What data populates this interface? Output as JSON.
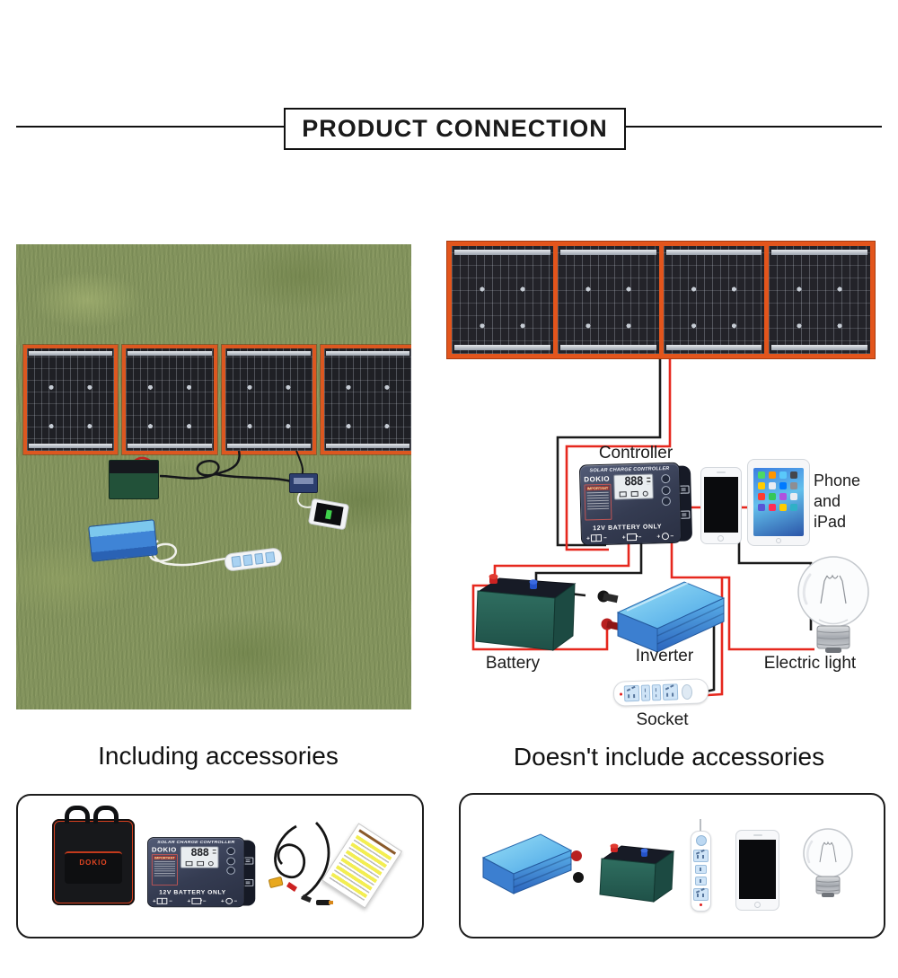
{
  "title": "PRODUCT CONNECTION",
  "diagram": {
    "labels": {
      "controller": "Controller",
      "phone_line1": "Phone",
      "phone_line2": "and",
      "phone_line3": "iPad",
      "battery": "Battery",
      "inverter": "Inverter",
      "electric_light": "Electric light",
      "socket": "Socket"
    },
    "controller_device": {
      "header": "SOLAR CHARGE CONTROLLER",
      "brand": "DOKIO",
      "warning_label": "IMPORTANT",
      "display_value": "888",
      "mode_text": "12V BATTERY ONLY",
      "plus": "+",
      "minus": "−"
    }
  },
  "sections": {
    "including": {
      "heading": "Including accessories",
      "bag_brand": "DOKIO",
      "items": [
        "folded-solar-panel-bag",
        "solar-charge-controller",
        "connection-cables",
        "instruction-manual"
      ]
    },
    "not_including": {
      "heading": "Doesn't include accessories",
      "items": [
        "inverter",
        "battery",
        "power-strip",
        "phone",
        "light-bulb"
      ]
    }
  },
  "colors": {
    "panel_frame_orange": "#e3551c",
    "wire_red": "#e6281e",
    "wire_black": "#1b1b1b",
    "inverter_blue": "#4aa0e8",
    "battery_teal": "#28625a",
    "controller_navy": "#363d52"
  }
}
